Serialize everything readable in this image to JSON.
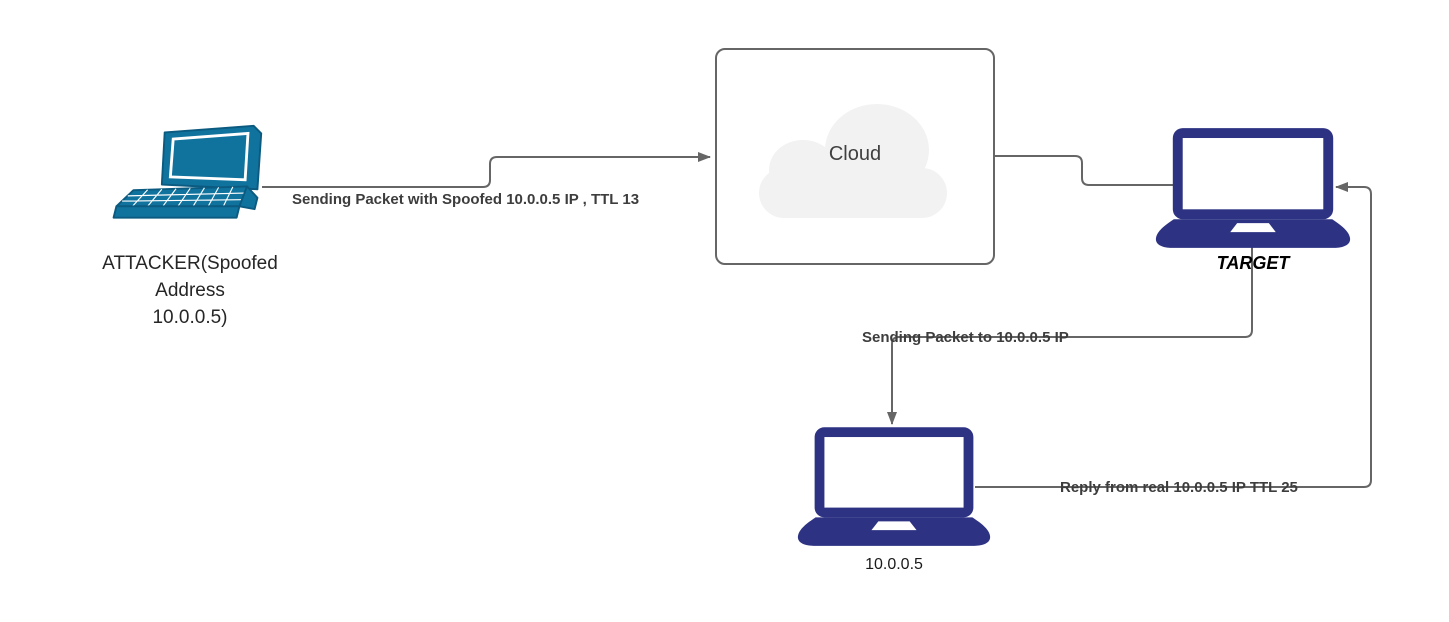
{
  "title": "IP spoofing network diagram",
  "nodes": {
    "attacker": {
      "label": "ATTACKER(Spoofed\nAddress\n10.0.0.5)",
      "icon": "laptop-3d-icon"
    },
    "cloud": {
      "label": "Cloud",
      "shape": "cloud-shape"
    },
    "target": {
      "label": "TARGET",
      "icon": "laptop-icon"
    },
    "real_host": {
      "label": "10.0.0.5",
      "icon": "laptop-icon"
    }
  },
  "edges": {
    "attacker_to_cloud": {
      "label": "Sending Packet with Spoofed 10.0.0.5 IP , TTL 13",
      "arrow": "into-cloud"
    },
    "cloud_to_target": {
      "arrow": "none"
    },
    "target_to_real_host": {
      "label": "Sending Packet to 10.0.0.5 IP",
      "arrow": "down-into-real-host"
    },
    "real_host_to_target": {
      "label": "Reply from real 10.0.0.5 IP TTL 25",
      "arrow": "left-into-target"
    }
  },
  "colors": {
    "canvas-bg": "#ffffff",
    "attacker-laptop": "#10739e",
    "attacker-laptop-dark": "#0b5a80",
    "laptop-navy": "#2d3282",
    "edge-stroke": "#666666",
    "edge-label-text": "#3d3d3d",
    "node-label-text": "#262626",
    "cloud-fill": "#f2f2f2",
    "cloud-text": "#404040",
    "box-border": "#666666"
  }
}
